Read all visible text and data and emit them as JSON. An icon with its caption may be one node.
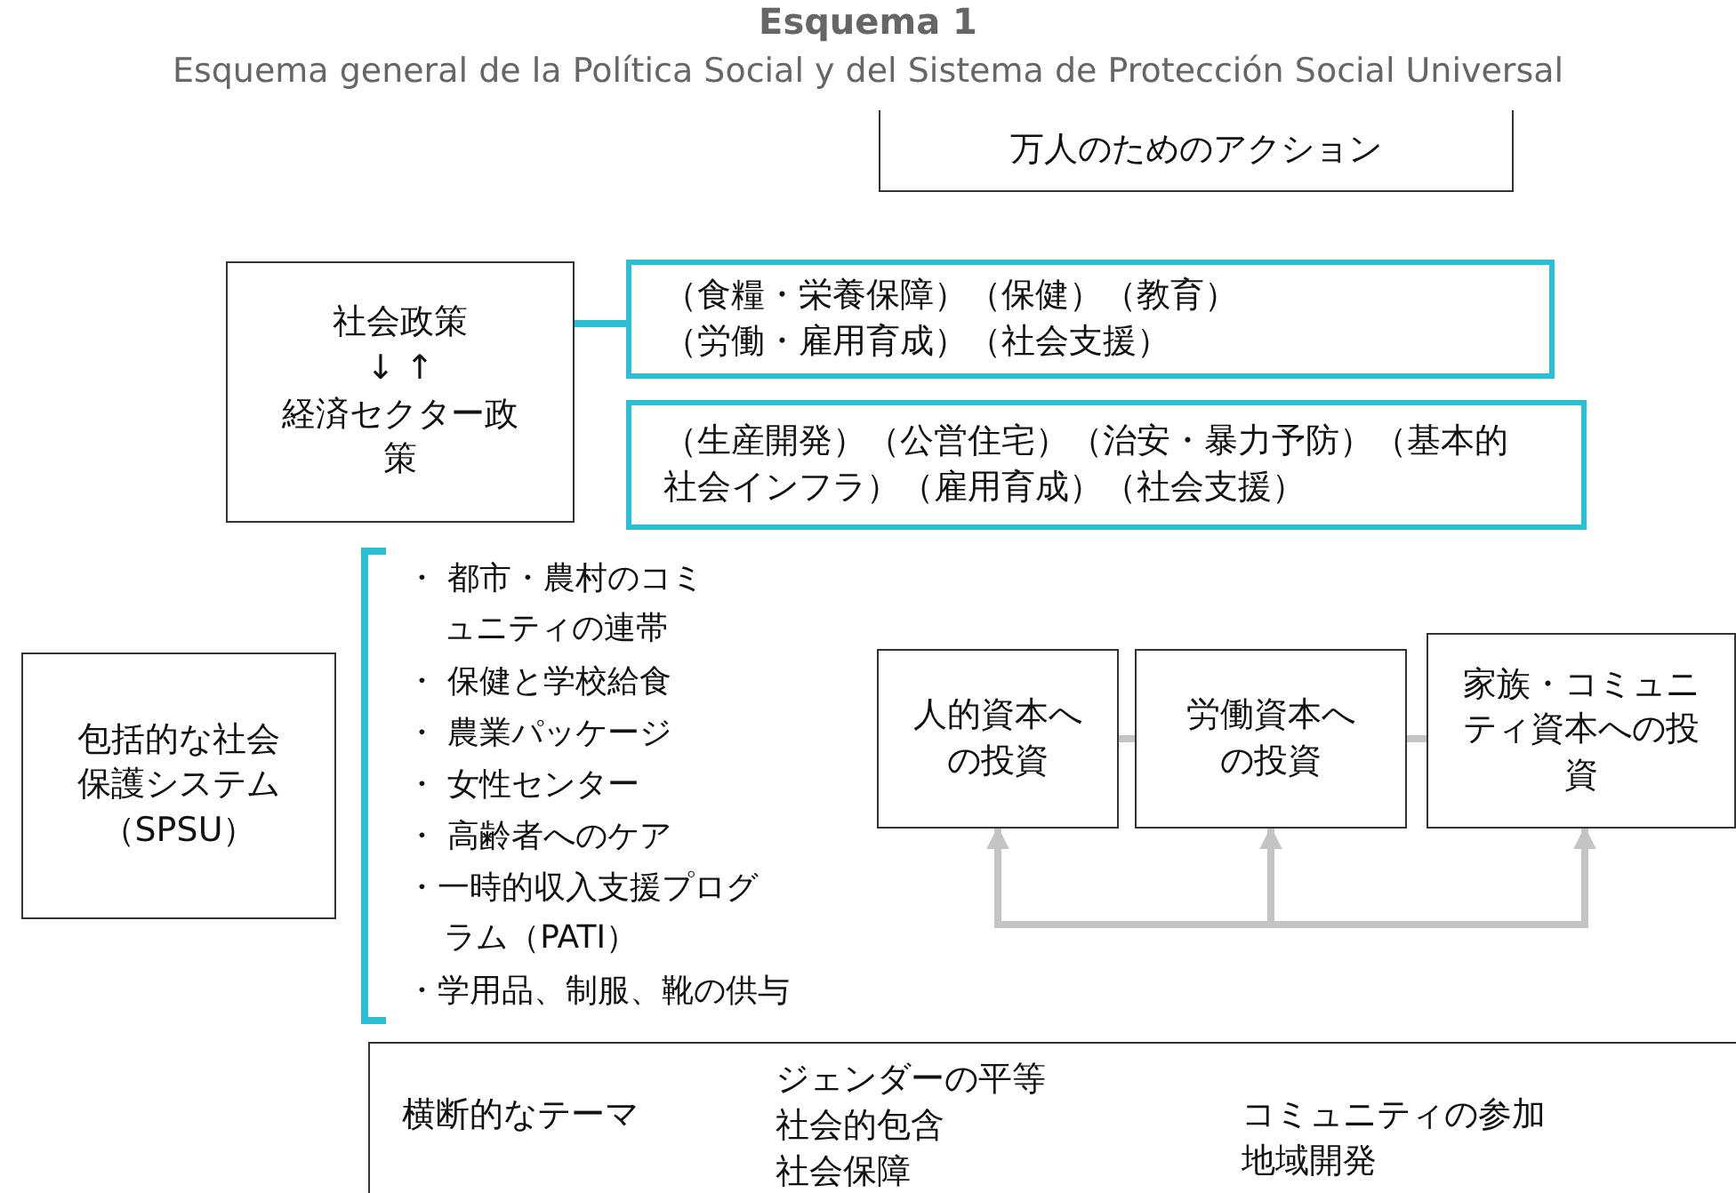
{
  "diagram": {
    "title": "Esquema 1",
    "nodes": [
      {
        "text": [
          "万人のためのアクション"
        ]
      },
      {
        "text": [
          "社会政策",
          "↓ ↑",
          "経済セクター政策"
        ]
      },
      {
        "text": [
          "（食糧・栄養保障）（保健）（教育）（労働・雇用育成）（社会支援）"
        ]
      },
      {
        "text": [
          "（生産開発）（公営住宅）（治安・暴力予防）（基本的社会インフラ）（雇用育成）（社会支援）"
        ]
      },
      {
        "text": [
          "包括的な社会保護システム（SPSU）"
        ]
      },
      {
        "text": [
          "人的資本への投資"
        ]
      },
      {
        "text": [
          "労働資本への投資"
        ]
      },
      {
        "text": [
          "家族・コミュニティ資本への投資"
        ]
      },
      {
        "text": [
          "横断的なテーマ",
          "ジェンダーの平等",
          "社会的包含",
          "社会保障",
          "コミュニティの参加",
          "地域開発"
        ]
      }
    ],
    "edges": [
      {
        "from": 1,
        "to": 2,
        "arrow": "none",
        "color": "#2bbfd4"
      },
      {
        "from": 5,
        "to": 6,
        "arrow": "none"
      },
      {
        "from": 6,
        "to": 7,
        "arrow": "none"
      },
      {
        "from": null,
        "to": 5,
        "arrow": "to"
      },
      {
        "from": null,
        "to": 6,
        "arrow": "to"
      },
      {
        "from": null,
        "to": 7,
        "arrow": "to"
      }
    ],
    "labels": [
      "Esquema general de la Política Social y del  Sistema de Protección Social Universal",
      "・ 都市・農村のコミュニティの連帯",
      "・ 保健と学校給食",
      "・ 農業パッケージ",
      "・ 女性センター",
      "・ 高齢者へのケア",
      "・一時的収入支援プログラム（PATI）",
      "・学用品、制服、靴の供与"
    ]
  }
}
